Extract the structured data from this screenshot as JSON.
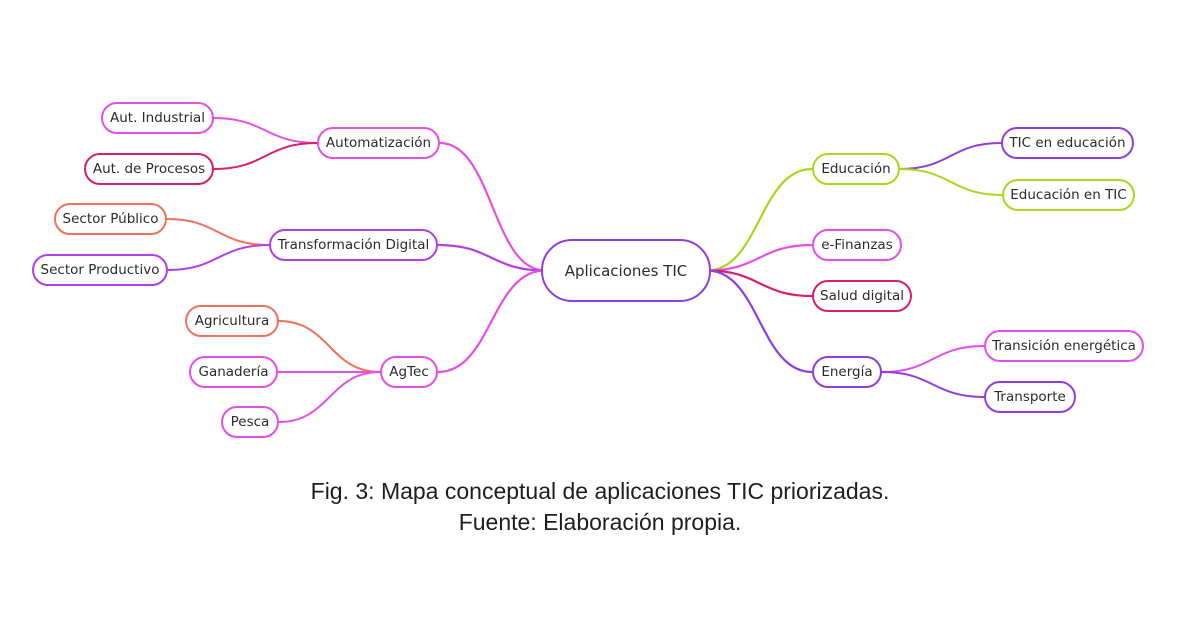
{
  "diagram": {
    "center": {
      "label": "Aplicaciones TIC",
      "color": "#8f3ee0"
    },
    "branches": [
      {
        "label": "Automatización",
        "color": "#e64fe6",
        "edge_color": "#e64fe6",
        "children": [
          {
            "label": "Aut. Industrial",
            "color": "#e64fe6",
            "edge_color": "#e64fe6"
          },
          {
            "label": "Aut. de Procesos",
            "color": "#d81e6e",
            "edge_color": "#d81e6e"
          }
        ]
      },
      {
        "label": "Transformación Digital",
        "color": "#b33ee6",
        "edge_color": "#b33ee6",
        "children": [
          {
            "label": "Sector Público",
            "color": "#f0715a",
            "edge_color": "#f0715a"
          },
          {
            "label": "Sector Productivo",
            "color": "#b33ee6",
            "edge_color": "#b33ee6"
          }
        ]
      },
      {
        "label": "AgTec",
        "color": "#e64fe6",
        "edge_color": "#e64fe6",
        "children": [
          {
            "label": "Agricultura",
            "color": "#f0715a",
            "edge_color": "#f0715a"
          },
          {
            "label": "Ganadería",
            "color": "#e64fe6",
            "edge_color": "#e64fe6"
          },
          {
            "label": "Pesca",
            "color": "#e64fe6",
            "edge_color": "#e64fe6"
          }
        ]
      },
      {
        "label": "Educación",
        "color": "#a7d81e",
        "edge_color": "#a7d81e",
        "children": [
          {
            "label": "TIC en educación",
            "color": "#8f3ee0",
            "edge_color": "#8f3ee0"
          },
          {
            "label": "Educación en TIC",
            "color": "#a7d81e",
            "edge_color": "#a7d81e"
          }
        ]
      },
      {
        "label": "e-Finanzas",
        "color": "#e64fe6",
        "edge_color": "#e64fe6",
        "children": []
      },
      {
        "label": "Salud digital",
        "color": "#d81e6e",
        "edge_color": "#d81e6e",
        "children": []
      },
      {
        "label": "Energía",
        "color": "#8f3ee0",
        "edge_color": "#8f3ee0",
        "children": [
          {
            "label": "Transición energética",
            "color": "#e64fe6",
            "edge_color": "#e64fe6"
          },
          {
            "label": "Transporte",
            "color": "#8f3ee0",
            "edge_color": "#8f3ee0"
          }
        ]
      }
    ]
  },
  "caption": {
    "line1": "Fig. 3: Mapa conceptual de aplicaciones TIC priorizadas.",
    "line2": "Fuente: Elaboración propia."
  }
}
